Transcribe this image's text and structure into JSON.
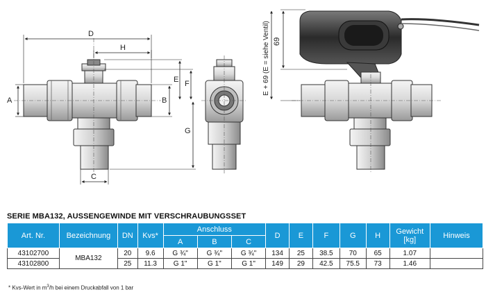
{
  "drawing": {
    "labels": {
      "A": "A",
      "B": "B",
      "C": "C",
      "D": "D",
      "E": "E",
      "F": "F",
      "G": "G",
      "H": "H",
      "actuator_height": "69",
      "actuator_total": "E + 69 (E = siehe Ventil)"
    }
  },
  "section_title": "SERIE MBA132, AUSSENGEWINDE MIT VERSCHRAUBUNGSSET",
  "table": {
    "headers": {
      "art_nr": "Art. Nr.",
      "bezeichnung": "Bezeichnung",
      "dn": "DN",
      "kvs": "Kvs*",
      "anschluss": "Anschluss",
      "anschluss_a": "A",
      "anschluss_b": "B",
      "anschluss_c": "C",
      "d": "D",
      "e": "E",
      "f": "F",
      "g": "G",
      "h": "H",
      "gewicht_line1": "Gewicht",
      "gewicht_line2": "[kg]",
      "hinweis": "Hinweis"
    },
    "rows": [
      {
        "art_nr": "43102700",
        "bezeichnung": "MBA132",
        "dn": "20",
        "kvs": "9.6",
        "a": "G ¾\"",
        "b": "G ¾\"",
        "c": "G ¾\"",
        "d": "134",
        "e": "25",
        "f": "38.5",
        "g": "70",
        "h": "65",
        "gewicht": "1.07",
        "hinweis": ""
      },
      {
        "art_nr": "43102800",
        "bezeichnung": "",
        "dn": "25",
        "kvs": "11.3",
        "a": "G 1\"",
        "b": "G 1\"",
        "c": "G 1\"",
        "d": "149",
        "e": "29",
        "f": "42.5",
        "g": "75.5",
        "h": "73",
        "gewicht": "1.46",
        "hinweis": ""
      }
    ]
  },
  "footnote": {
    "prefix": "* Kvs-Wert in m",
    "sup": "3",
    "suffix": "/h bei einem Druckabfall von 1 bar"
  }
}
